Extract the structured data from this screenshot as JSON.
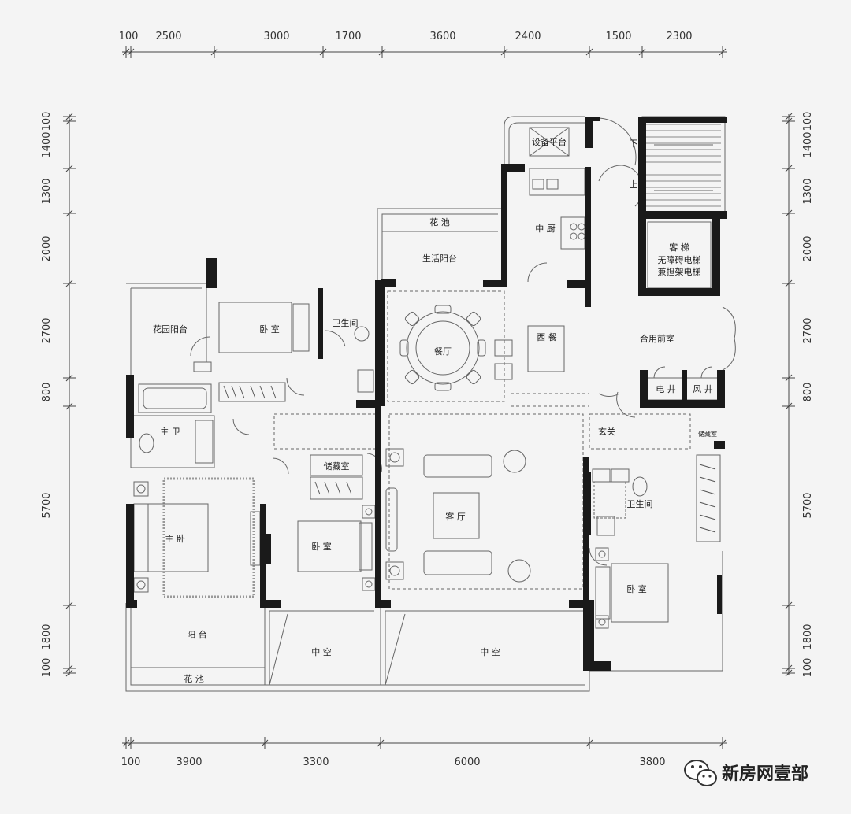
{
  "dimensions": {
    "top": [
      "100",
      "2500",
      "3000",
      "1700",
      "3600",
      "2400",
      "1500",
      "2300"
    ],
    "bottom": [
      "100",
      "3900",
      "3300",
      "6000",
      "3800"
    ],
    "left": [
      "100",
      "1400",
      "1300",
      "2000",
      "2700",
      "800",
      "5700",
      "1800",
      "100"
    ],
    "right": [
      "100",
      "1400",
      "1300",
      "2000",
      "2700",
      "800",
      "5700",
      "1800",
      "100"
    ]
  },
  "rooms": {
    "equipment_platform": "设备平台",
    "down": "下",
    "up": "上",
    "middle_kitchen": "中 厨",
    "flower_bed_top": "花 池",
    "service_balcony": "生活阳台",
    "guest_elevator": "客 梯",
    "accessible_elevator": "无障碍电梯",
    "stretcher_elevator": "兼担架电梯",
    "garden_balcony": "花园阳台",
    "bedroom_top": "卧 室",
    "bathroom_top": "卫生间",
    "dining": "餐厅",
    "western_kitchen": "西 餐",
    "shared_lobby": "合用前室",
    "electrical_shaft": "电 井",
    "air_shaft": "风 井",
    "master_bath": "主 卫",
    "storage_mid": "储藏室",
    "foyer": "玄关",
    "storage_small": "储藏室",
    "bathroom_right": "卫生间",
    "master_bedroom": "主 卧",
    "bedroom_mid": "卧 室",
    "living_room": "客 厅",
    "bedroom_right": "卧 室",
    "balcony": "阳 台",
    "void_left": "中 空",
    "void_right": "中 空",
    "flower_bed_bottom": "花 池"
  },
  "watermark": "新房网壹部"
}
